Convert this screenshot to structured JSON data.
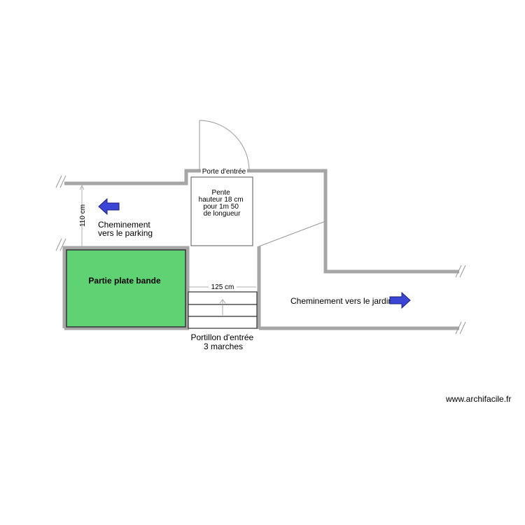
{
  "labels": {
    "door": "Porte d'entrée",
    "slope": [
      "Pente",
      "hauteur 18 cm",
      "pour 1m 50",
      "de longueur"
    ],
    "dim_vertical": "110 cm",
    "dim_horizontal": "125 cm",
    "path_parking": [
      "Cheminement",
      "vers le parking"
    ],
    "flowerbed": "Partie plate bande",
    "path_garden": "Cheminement vers le jardin",
    "gate": [
      "Portillon d'entrée",
      "3 marches"
    ]
  },
  "watermark": "www.archifacile.fr",
  "colors": {
    "wall": "#a6a6a6",
    "flowerbed": "#5fd373",
    "arrow": "#3b46d4",
    "arrow_outline": "#1a2080"
  }
}
